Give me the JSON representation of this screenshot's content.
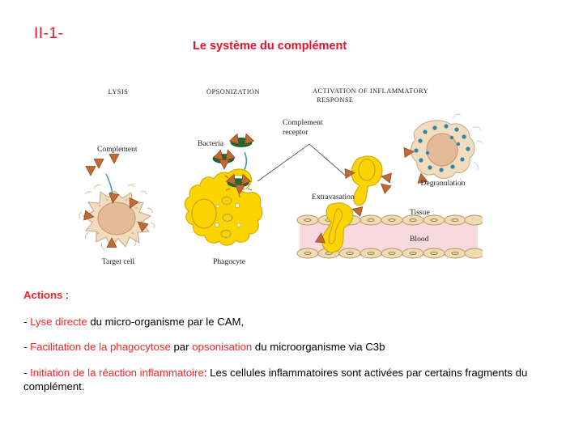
{
  "slide": {
    "number": "II-1-",
    "title": "Le système du complément",
    "colors": {
      "heading_red": "#e8112d",
      "highlight_red": "#ff2222",
      "text_black": "#000000",
      "background": "#ffffff",
      "phagocyte_yellow": "#fcd400",
      "complement_brown": "#b5642c",
      "bacteria_green": "#1d6b33",
      "target_cell_tan": "#f0d8ba",
      "nucleus_tan": "#e0b894",
      "granule_blue": "#2a86a8",
      "blood_pink": "#f9d9e0",
      "arrow_teal": "#3f9aa8"
    }
  },
  "figure": {
    "name": "complement-system-diagram",
    "panels": [
      {
        "id": "lysis",
        "heading": "LYSIS",
        "labels": [
          "Complement",
          "Target cell"
        ]
      },
      {
        "id": "opsonization",
        "heading": "OPSONIZATION",
        "labels": [
          "Bacteria",
          "Phagocyte"
        ]
      },
      {
        "id": "inflammatory",
        "heading_line1": "ACTIVATION OF INFLAMMATORY",
        "heading_line2": "RESPONSE",
        "labels": [
          "Complement",
          "receptor",
          "Degranulation",
          "Extravasation",
          "Tissue",
          "Blood"
        ]
      }
    ]
  },
  "actions": {
    "heading": "Actions",
    "heading_colon": " :",
    "items": [
      {
        "bullet": "- ",
        "highlight": "Lyse directe",
        "rest": " du micro-organisme par le CAM,"
      },
      {
        "bullet": "- ",
        "highlight": "Facilitation de la phagocytose",
        "mid": " par ",
        "highlight2": "opsonisation",
        "rest": " du microorganisme via C3b"
      },
      {
        "bullet": "- ",
        "highlight": "Initiation de la réaction inflammatoire",
        "rest": ": Les cellules inflammatoires sont activées par certains fragments du complément."
      }
    ]
  }
}
